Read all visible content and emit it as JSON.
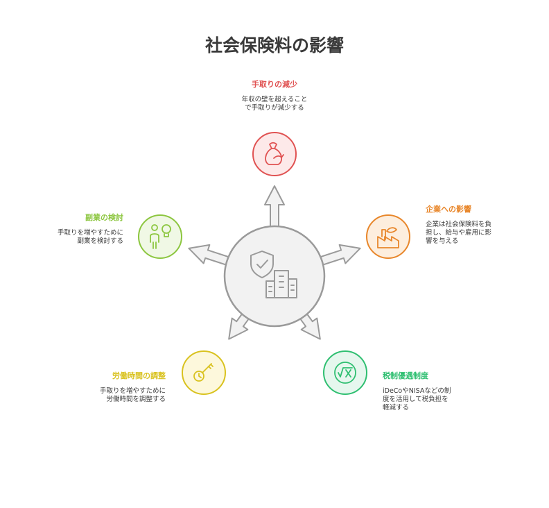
{
  "title": "社会保険料の影響",
  "center": {
    "icons": [
      "shield-check-icon",
      "buildings-icon"
    ]
  },
  "nodes": [
    {
      "key": "take-home",
      "title": "手取りの減少",
      "desc": "年収の壁を超えること\nで手取りが減少する",
      "color": "#e05252",
      "fill": "#fde9e9",
      "icon": "money-bag-icon"
    },
    {
      "key": "company",
      "title": "企業への影響",
      "desc": "企業は社会保険料を負\n担し、給与や雇用に影\n響を与える",
      "color": "#e8862a",
      "fill": "#fdeede",
      "icon": "factory-icon"
    },
    {
      "key": "tax",
      "title": "税制優遇制度",
      "desc": "iDeCoやNISAなどの制\n度を活用して税負担を\n軽減する",
      "color": "#2fbf71",
      "fill": "#e6f7ee",
      "icon": "square-root-icon"
    },
    {
      "key": "hours",
      "title": "労働時間の調整",
      "desc": "手取りを増やすために\n労働時間を調整する",
      "color": "#d9c21f",
      "fill": "#fdf8dc",
      "icon": "clock-key-icon"
    },
    {
      "key": "side-job",
      "title": "副業の検討",
      "desc": "手取りを増やすために\n副業を検討する",
      "color": "#8cc63f",
      "fill": "#f0f8e5",
      "icon": "person-idea-icon"
    }
  ]
}
